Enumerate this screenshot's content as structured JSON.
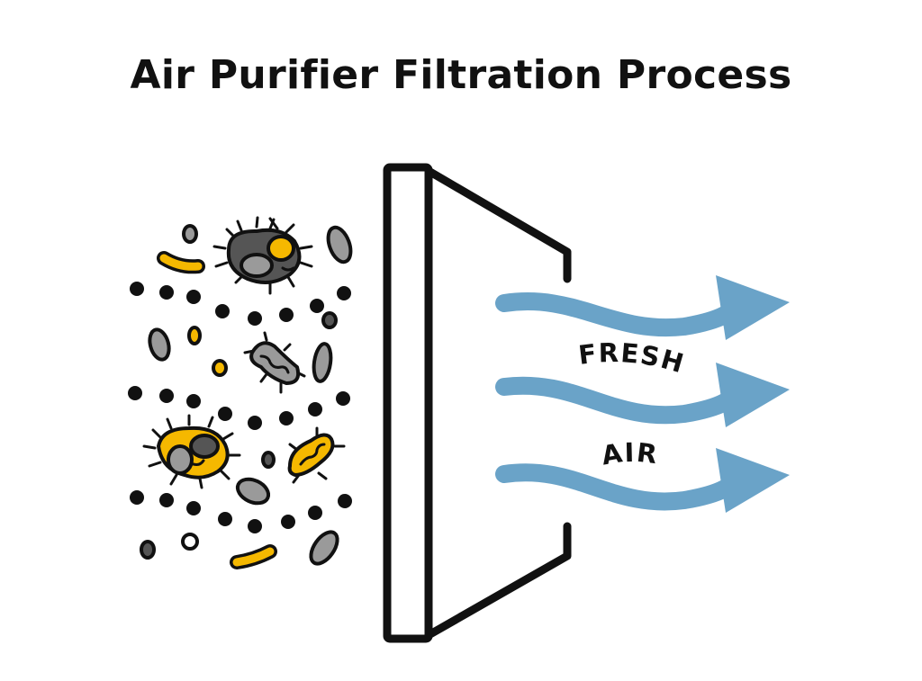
{
  "title": "Air Purifier Filtration Process",
  "labels": {
    "line1": "FRESH",
    "line2": "AIR"
  },
  "colors": {
    "outline": "#111111",
    "particle_gray": "#9a9a9a",
    "particle_dark": "#555555",
    "particle_yellow": "#f5b800",
    "air_flow": "#6aa3c8",
    "filter_fill": "#ffffff"
  },
  "icons": [
    "bacteria-icon",
    "germ-icon",
    "dust-particle-icon",
    "air-filter-icon",
    "air-flow-arrow-icon"
  ]
}
